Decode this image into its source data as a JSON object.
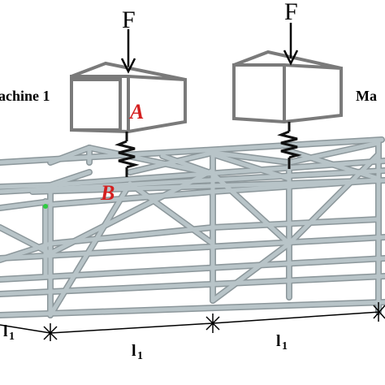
{
  "labels": {
    "force_left": "F",
    "force_right": "F",
    "machine_left": "achine 1",
    "machine_right": "Ma",
    "point_a": "A",
    "point_b": "B",
    "dim_left": "l",
    "dim_left_sub": "1",
    "dim_mid": "l",
    "dim_mid_sub": "1",
    "dim_right": "l",
    "dim_right_sub": "1"
  },
  "colors": {
    "background": "#ffffff",
    "tube": "#b8c4c8",
    "tube_edge": "#8c979b",
    "box_stroke": "#7a7a7a",
    "spring": "#111111",
    "arrow": "#000000",
    "point_label": "#d42020",
    "node_marker": "#2ecc40",
    "dimension": "#000000"
  }
}
